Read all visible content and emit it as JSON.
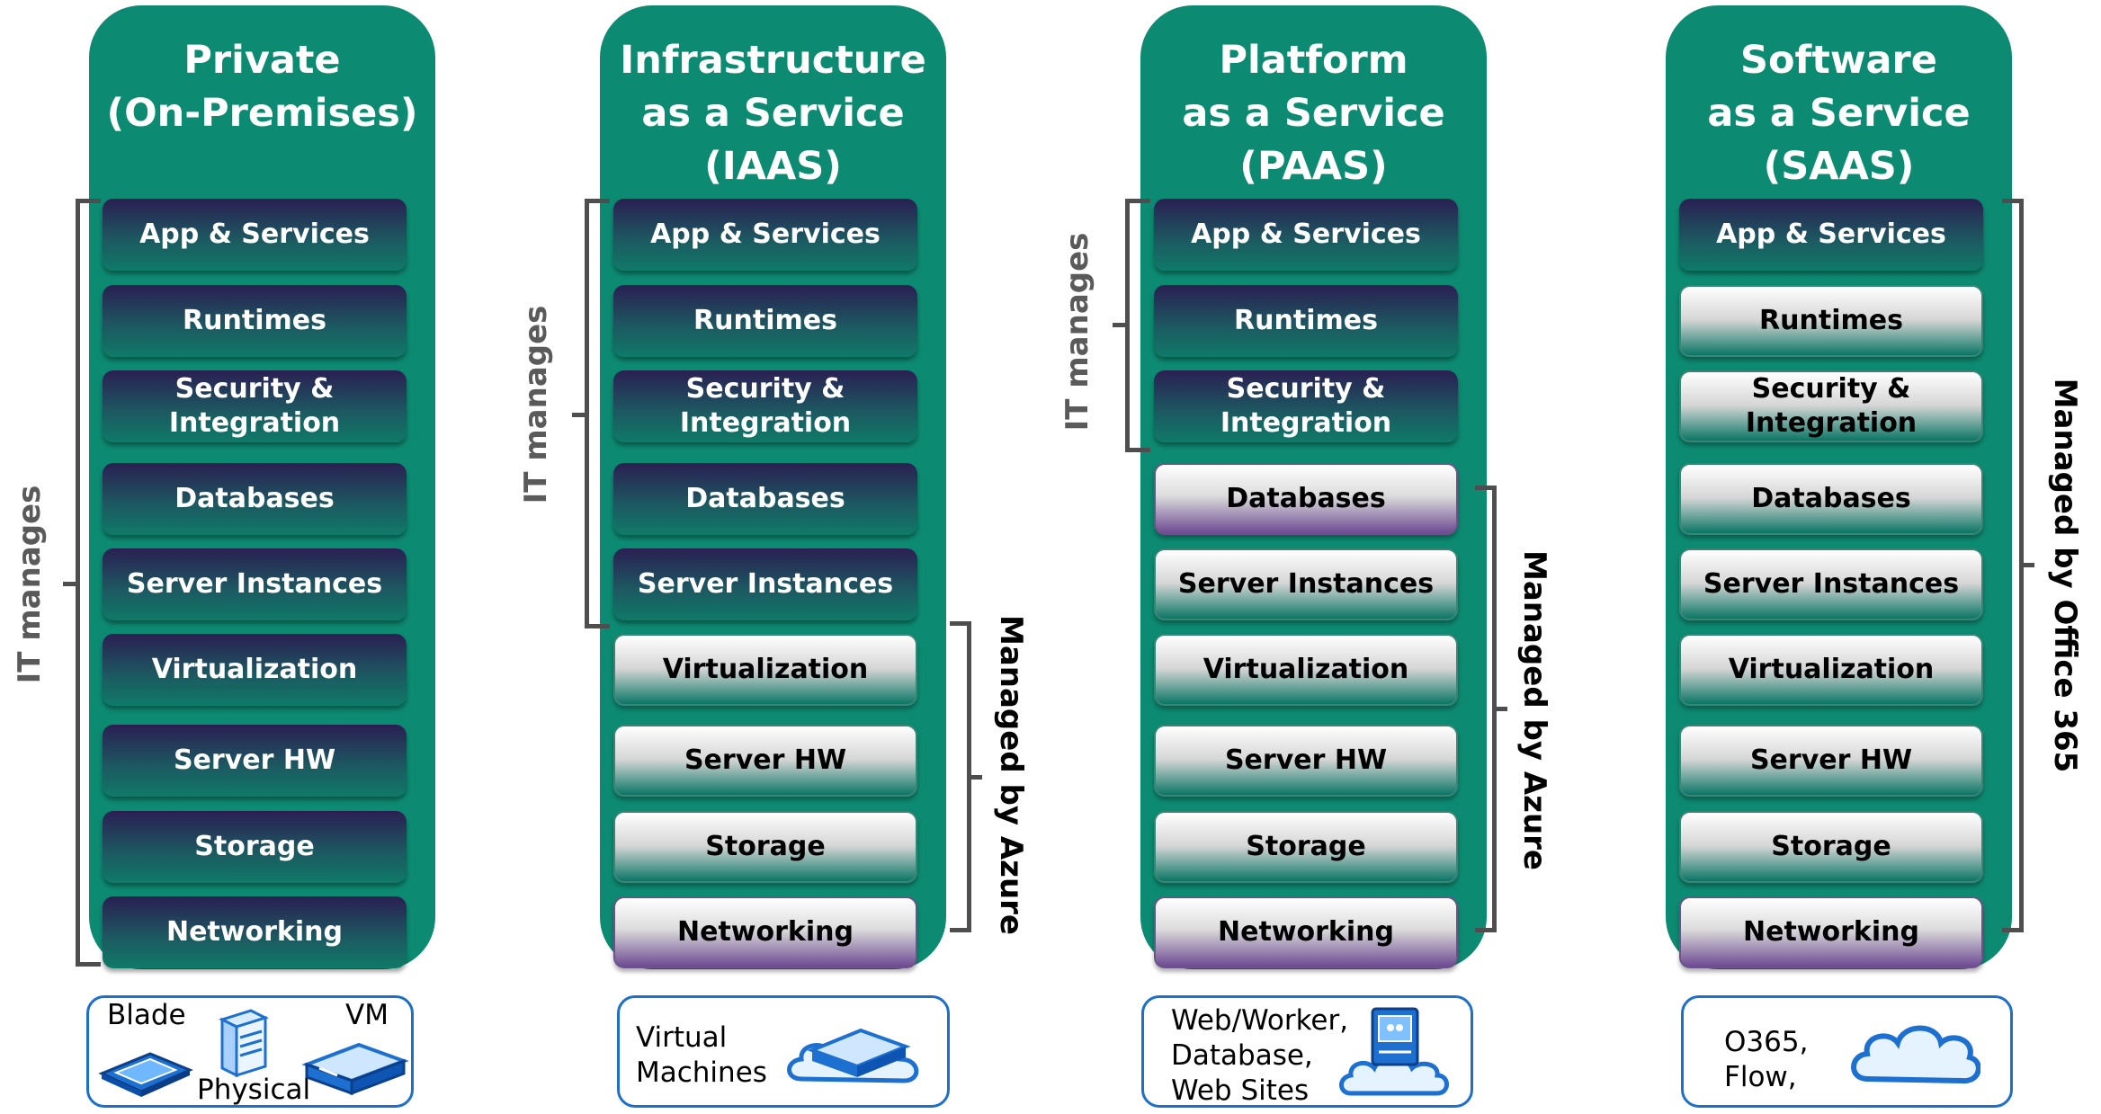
{
  "columns": [
    {
      "title": "Private\n(On-Premises)",
      "layers": [
        {
          "label": "App & Services",
          "style": "it"
        },
        {
          "label": "Runtimes",
          "style": "it"
        },
        {
          "label": "Security &\nIntegration",
          "style": "it"
        },
        {
          "label": "Databases",
          "style": "it"
        },
        {
          "label": "Server Instances",
          "style": "it"
        },
        {
          "label": "Virtualization",
          "style": "it"
        },
        {
          "label": "Server HW",
          "style": "it"
        },
        {
          "label": "Storage",
          "style": "it"
        },
        {
          "label": "Networking",
          "style": "it"
        }
      ],
      "it_label": "IT manages",
      "managed_label": "",
      "icon_labels": {
        "blade": "Blade",
        "vm": "VM",
        "physical": "Physical"
      }
    },
    {
      "title": "Infrastructure\nas a Service\n(IAAS)",
      "layers": [
        {
          "label": "App & Services",
          "style": "it"
        },
        {
          "label": "Runtimes",
          "style": "it"
        },
        {
          "label": "Security &\nIntegration",
          "style": "it"
        },
        {
          "label": "Databases",
          "style": "it"
        },
        {
          "label": "Server Instances",
          "style": "it"
        },
        {
          "label": "Virtualization",
          "style": "prov"
        },
        {
          "label": "Server HW",
          "style": "prov"
        },
        {
          "label": "Storage",
          "style": "prov"
        },
        {
          "label": "Networking",
          "style": "prov-purple"
        }
      ],
      "it_label": "IT manages",
      "managed_label": "Managed by Azure",
      "icon_text": "Virtual\nMachines"
    },
    {
      "title": "Platform\nas a Service\n(PAAS)",
      "layers": [
        {
          "label": "App & Services",
          "style": "it"
        },
        {
          "label": "Runtimes",
          "style": "it"
        },
        {
          "label": "Security &\nIntegration",
          "style": "it"
        },
        {
          "label": "Databases",
          "style": "prov-purple"
        },
        {
          "label": "Server Instances",
          "style": "prov"
        },
        {
          "label": "Virtualization",
          "style": "prov"
        },
        {
          "label": "Server HW",
          "style": "prov"
        },
        {
          "label": "Storage",
          "style": "prov"
        },
        {
          "label": "Networking",
          "style": "prov-purple"
        }
      ],
      "it_label": "IT manages",
      "managed_label": "Managed by Azure",
      "icon_text": "Web/Worker,\nDatabase,\nWeb Sites"
    },
    {
      "title": "Software\nas a Service\n(SAAS)",
      "layers": [
        {
          "label": "App & Services",
          "style": "it"
        },
        {
          "label": "Runtimes",
          "style": "prov"
        },
        {
          "label": "Security &\nIntegration",
          "style": "prov"
        },
        {
          "label": "Databases",
          "style": "prov"
        },
        {
          "label": "Server Instances",
          "style": "prov"
        },
        {
          "label": "Virtualization",
          "style": "prov"
        },
        {
          "label": "Server HW",
          "style": "prov"
        },
        {
          "label": "Storage",
          "style": "prov"
        },
        {
          "label": "Networking",
          "style": "prov-purple"
        }
      ],
      "it_label": "",
      "managed_label": "Managed by Office  365",
      "icon_text": "O365,\nFlow,"
    }
  ],
  "colors": {
    "column": "#0d8a72",
    "box_border": "#1e6fc7",
    "bracket": "#4e4e4e"
  }
}
